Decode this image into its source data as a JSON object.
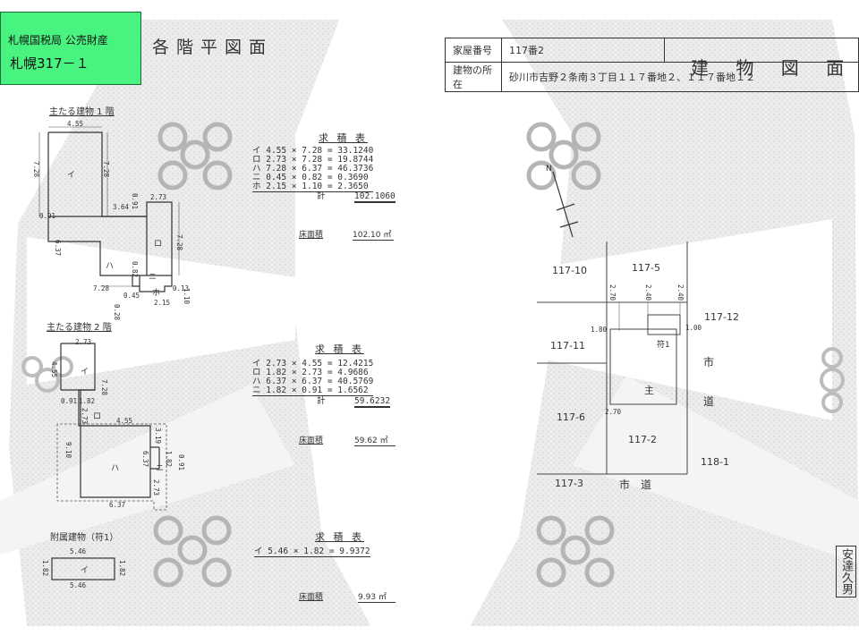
{
  "label": {
    "line1": "札幌国税局 公売財産",
    "line2": "札幌317－１"
  },
  "titles": {
    "floor_plans": "各階平図面",
    "building_drawing": "建 物 図 面"
  },
  "header": {
    "house_no_label": "家屋番号",
    "house_no_value": "117番2",
    "location_label": "建物の所在",
    "location_value": "砂川市吉野２条南３丁目１１７番地２、１１７番地１２"
  },
  "floor1": {
    "label": "主たる建物 1 階",
    "calc_title": "求 積 表",
    "rows": [
      "イ  4.55 ×  7.28 =   33.1240",
      "ロ  2.73 ×  7.28 =   19.8744",
      "ハ  7.28 ×  6.37 =   46.3736",
      "ニ  0.45 ×  0.82 =    0.3690",
      "ホ  2.15 ×  1.10 =    2.3650"
    ],
    "total_label": "計",
    "total": "102.1060",
    "floor_area_label": "床面積",
    "floor_area": "102.10 ㎡",
    "dims": [
      "4.55",
      "7.28",
      "7.28",
      "2.73",
      "3.64",
      "0.91",
      "0.91",
      "6.37",
      "7.28",
      "0.82",
      "0.45",
      "0.13",
      "2.15",
      "1.10",
      "0.28",
      "7.28"
    ],
    "rooms": [
      "イ",
      "ロ",
      "ハ",
      "ニ",
      "ホ"
    ]
  },
  "floor2": {
    "label": "主たる建物 2 階",
    "calc_title": "求 積 表",
    "rows": [
      "イ  2.73 ×  4.55 =   12.4215",
      "ロ  1.82 ×  2.73 =    4.9686",
      "ハ  6.37 ×  6.37 =   40.5769",
      "ニ  1.82 ×  0.91 =    1.6562"
    ],
    "total_label": "計",
    "total": "59.6232",
    "floor_area_label": "床面積",
    "floor_area": "59.62 ㎡",
    "dims": [
      "2.73",
      "4.55",
      "7.28",
      "0.91",
      "1.82",
      "2.73",
      "4.55",
      "9.10",
      "3.19",
      "6.37",
      "1.82",
      "0.91",
      "2.73",
      "6.37"
    ],
    "rooms": [
      "イ",
      "ロ",
      "ハ",
      "ニ"
    ]
  },
  "annex": {
    "label": "附属建物（符1）",
    "calc_title": "求 積 表",
    "rows": [
      "イ  5.46 ×  1.82 =    9.9372"
    ],
    "floor_area_label": "床面積",
    "floor_area": "9.93 ㎡",
    "dims": [
      "5.46",
      "5.46",
      "1.82",
      "1.82"
    ],
    "room": "イ"
  },
  "site": {
    "north": "N",
    "lots": [
      "117-10",
      "117-5",
      "117-12",
      "117-11",
      "117-6",
      "117-2",
      "118-1",
      "117-3"
    ],
    "road1": "市\n\n道",
    "road2": "市　道",
    "main": "主",
    "annex": "符1",
    "dims": [
      "2.70",
      "2.40",
      "2.40",
      "1.80",
      "1.00",
      "2.70"
    ]
  },
  "stamp": "安達久男"
}
